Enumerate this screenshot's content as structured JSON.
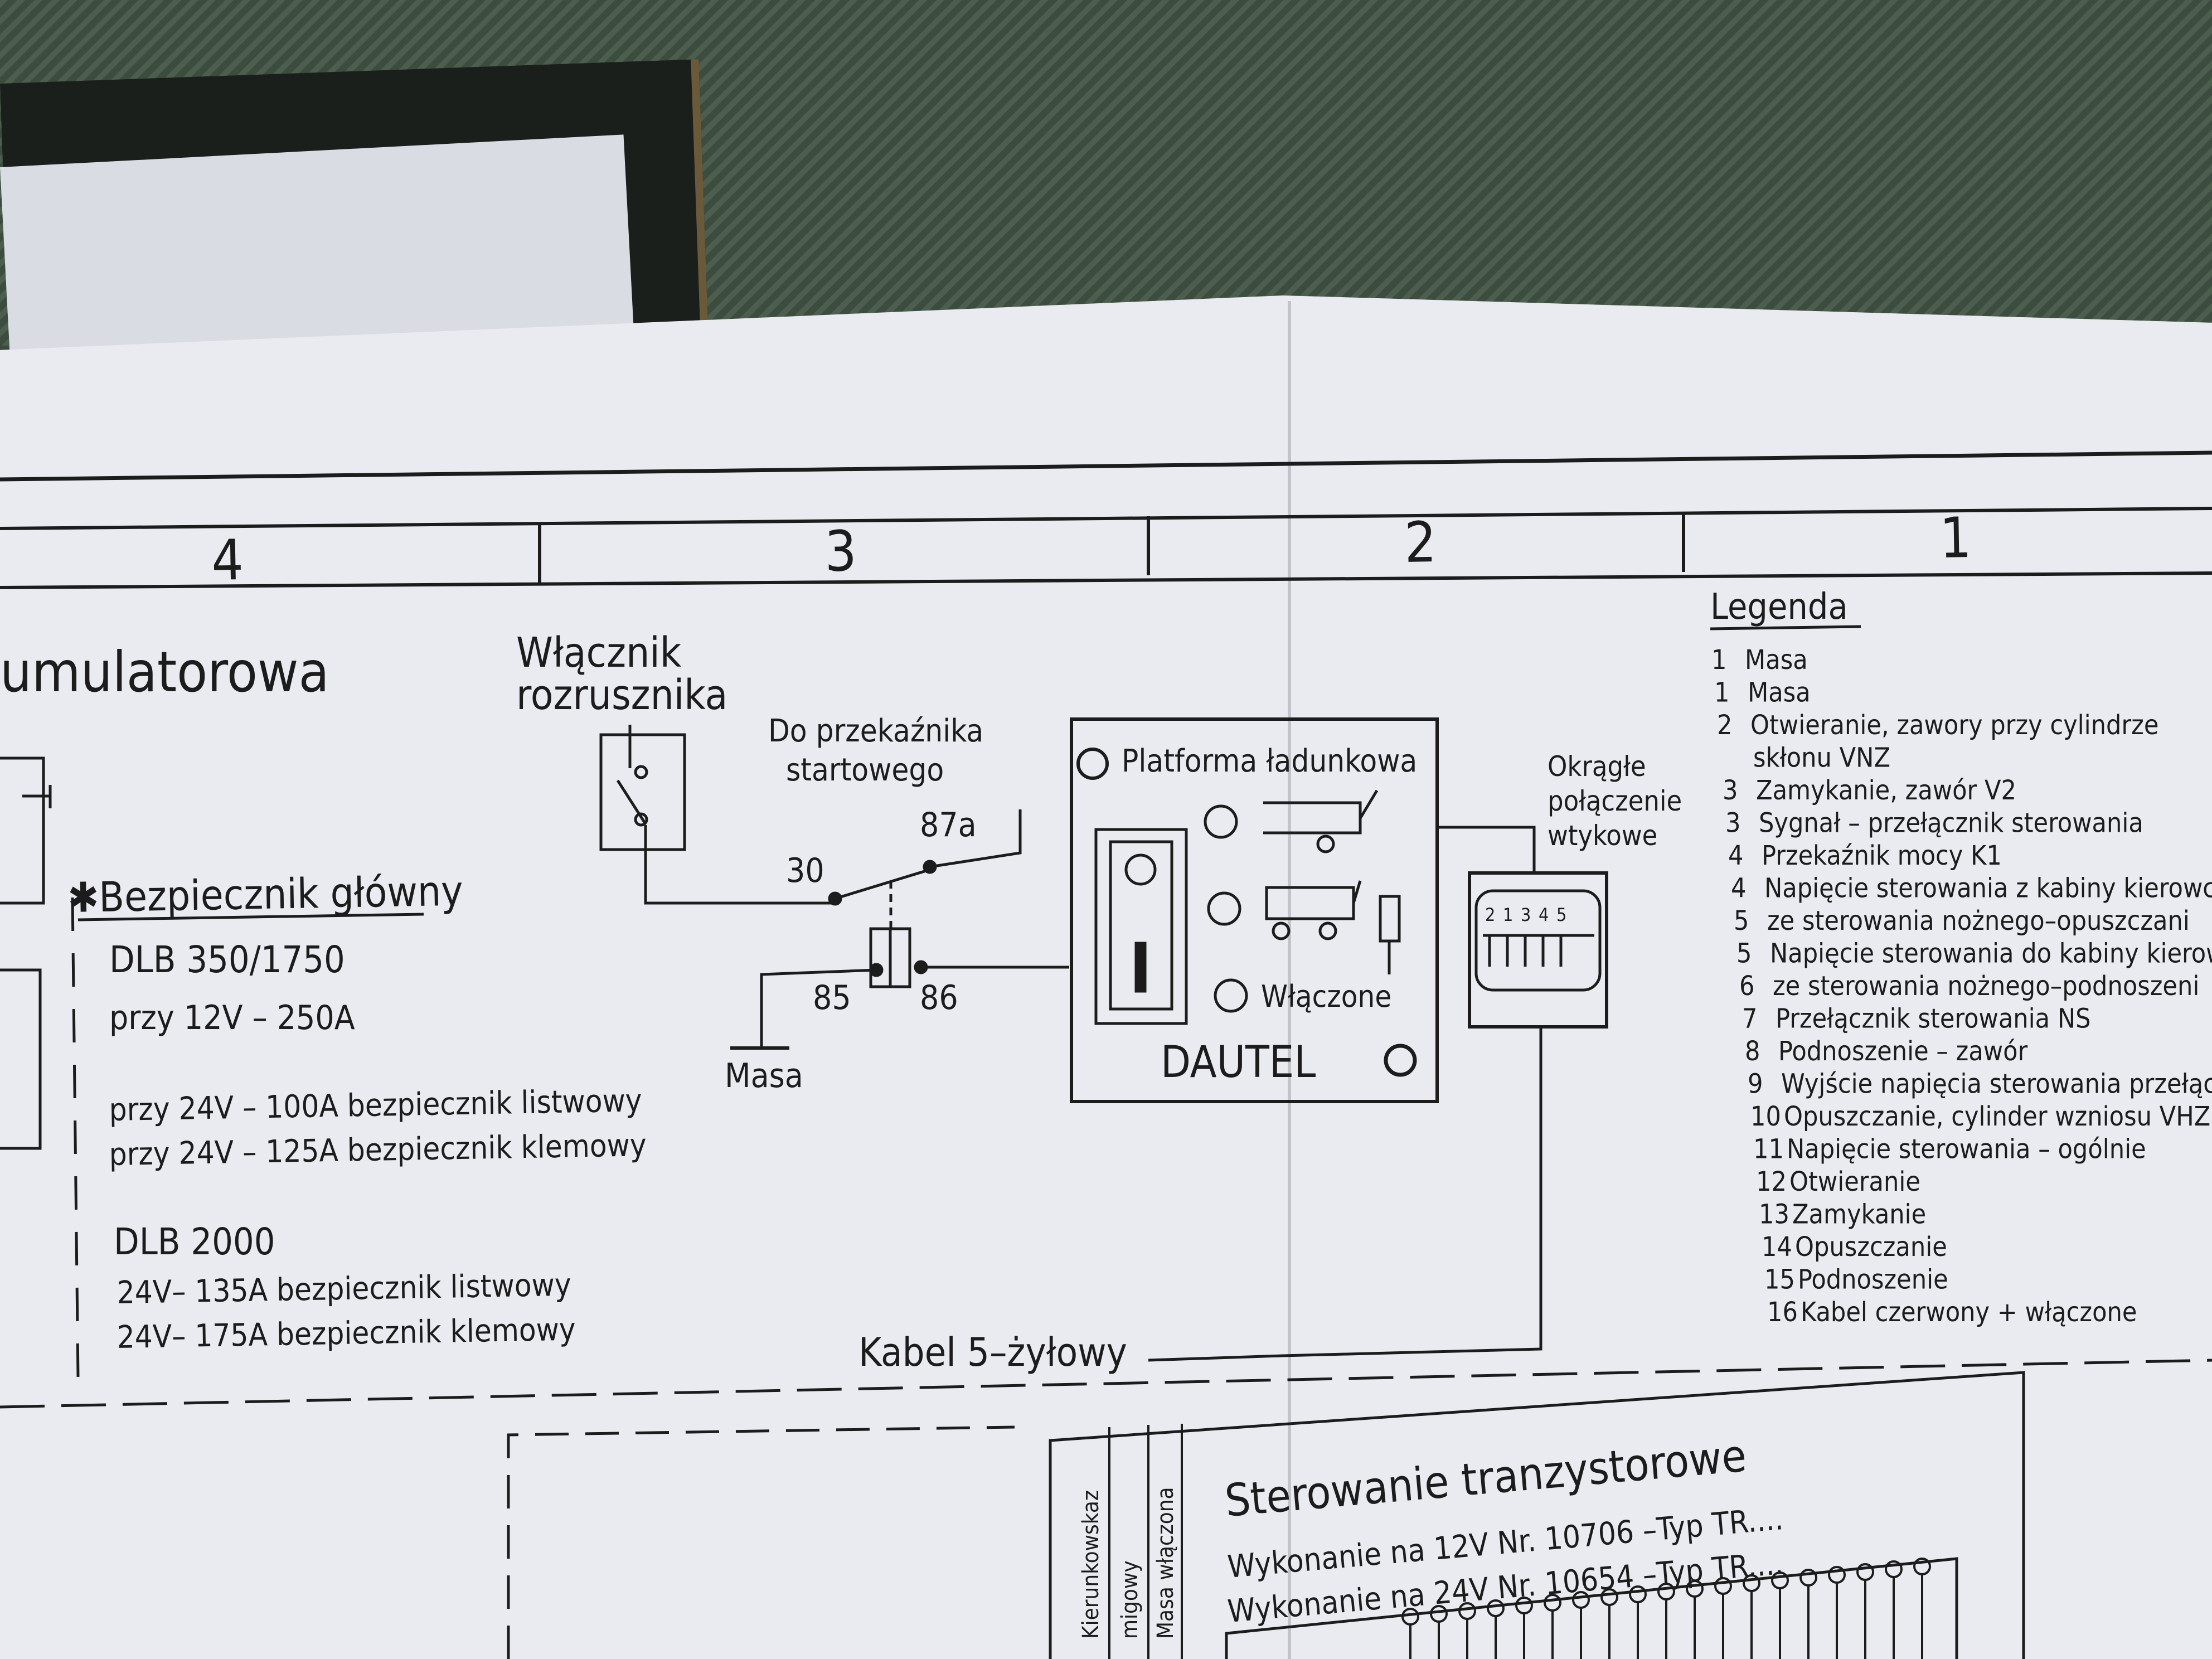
{
  "columns": [
    "4",
    "3",
    "2",
    "1"
  ],
  "battery_title": "umulatorowa",
  "ignition_switch": [
    "Włącznik",
    "rozrusznika"
  ],
  "relay_target": [
    "Do przekaźnika",
    "startowego"
  ],
  "relay_pins": {
    "p30": "30",
    "p87a": "87a",
    "p85": "85",
    "p86": "86"
  },
  "ground_label": "Masa",
  "fuse": {
    "title": "Bezpiecznik główny",
    "lines": [
      "DLB 350/1750",
      "przy 12V – 250A",
      "przy 24V – 100A bezpiecznik listwowy",
      "przy 24V – 125A bezpiecznik klemowy",
      "DLB 2000",
      "24V– 135A bezpiecznik listwowy",
      "24V– 175A bezpiecznik klemowy"
    ]
  },
  "control_box": {
    "title": "Platforma ładunkowa",
    "on_label": "Włączone",
    "brand": "DAUTEL"
  },
  "connector": {
    "label": [
      "Okrągłe",
      "połączenie",
      "wtykowe"
    ],
    "pins": [
      "2",
      "1",
      "3",
      "4",
      "5"
    ]
  },
  "cable_label": "Kabel 5–żyłowy",
  "legend": {
    "title": "Legenda",
    "items": [
      {
        "num": "1",
        "text": "Masa"
      },
      {
        "num": "1",
        "text": "Masa"
      },
      {
        "num": "2",
        "text": "Otwieranie, zawory przy cylindrze"
      },
      {
        "num": "",
        "text": "skłonu VNZ"
      },
      {
        "num": "3",
        "text": "Zamykanie, zawór V2"
      },
      {
        "num": "3",
        "text": "Sygnał – przełącznik sterowania"
      },
      {
        "num": "4",
        "text": "Przekaźnik mocy K1"
      },
      {
        "num": "4",
        "text": "Napięcie sterowania z kabiny kierowc"
      },
      {
        "num": "5",
        "text": "ze sterowania nożnego–opuszczani"
      },
      {
        "num": "5",
        "text": "Napięcie sterowania do kabiny kierowc"
      },
      {
        "num": "6",
        "text": "ze sterowania nożnego–podnoszeni"
      },
      {
        "num": "7",
        "text": "Przełącznik sterowania NS"
      },
      {
        "num": "8",
        "text": "Podnoszenie – zawór"
      },
      {
        "num": "9",
        "text": "Wyjście napięcia sterowania przełączor"
      },
      {
        "num": "10",
        "text": "Opuszczanie, cylinder wzniosu VHZ"
      },
      {
        "num": "11",
        "text": "Napięcie sterowania – ogólnie"
      },
      {
        "num": "12",
        "text": "Otwieranie"
      },
      {
        "num": "13",
        "text": "Zamykanie"
      },
      {
        "num": "14",
        "text": "Opuszczanie"
      },
      {
        "num": "15",
        "text": "Podnoszenie"
      },
      {
        "num": "16",
        "text": "Kabel czerwony + włączone"
      }
    ]
  },
  "bottom": {
    "vertical_labels": [
      "Kierunkowskaz",
      "migowy",
      "Masa włączona"
    ],
    "title": "Sterowanie tranzystorowe",
    "lines": [
      "Wykonanie na 12V Nr.  10706  –Typ TR....",
      "Wykonanie na 24V Nr.  10654  –Typ TR...."
    ]
  }
}
